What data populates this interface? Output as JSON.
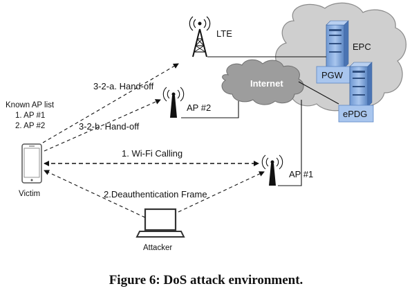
{
  "labels": {
    "lte": "LTE",
    "epc": "EPC",
    "pgw": "PGW",
    "epdg": "ePDG",
    "internet": "Internet",
    "ap2": "AP #2",
    "ap1": "AP #1",
    "victim": "Victim",
    "attacker": "Attacker"
  },
  "known_ap": {
    "title": "Known AP list",
    "items": [
      "1. AP #1",
      "2. AP #2"
    ]
  },
  "flows": {
    "handoff_a": "3-2-a. Hand-off",
    "handoff_b": "3-2-b. Hand-off",
    "wifi_calling": "1. Wi-Fi Calling",
    "deauth": "2.Deauthentication Frame"
  },
  "caption": "Figure 6: DoS attack environment.",
  "colors": {
    "cloud_fill": "#cfcfcf",
    "cloud_stroke": "#8a8a8a",
    "internet_fill": "#9d9d9d",
    "server_blue": "#8fb4e3",
    "server_blue_dark": "#5b86c4",
    "line": "#111111"
  },
  "icons": {
    "tower": "cell-tower-icon",
    "ap": "access-point-icon",
    "phone": "smartphone-icon",
    "laptop": "laptop-icon",
    "server": "server-icon",
    "cloud": "cloud-icon"
  }
}
